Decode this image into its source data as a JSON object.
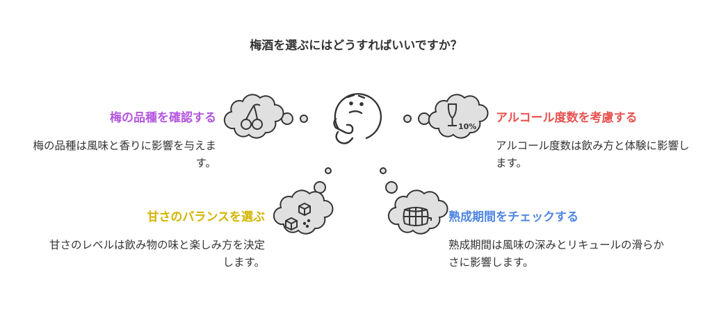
{
  "question": "梅酒を選ぶにはどうすればいいですか？",
  "colors": {
    "plum": "#b456e0",
    "alcohol": "#e8524f",
    "sweet": "#d4b400",
    "aging": "#4f86e2",
    "text": "#333333",
    "cloud_fill": "#e0e0e0",
    "stroke": "#333333"
  },
  "topics": [
    {
      "title": "梅の品種を確認する",
      "body": "梅の品種は風味と香りに影響を与えます。",
      "icon": "cherries-icon"
    },
    {
      "title": "アルコール度数を考慮する",
      "body": "アルコール度数は飲み方と体験に影響します。",
      "icon": "wine-glass-percent-icon",
      "icon_text": "10%"
    },
    {
      "title": "甘さのバランスを選ぶ",
      "body": "甘さのレベルは飲み物の味と楽しみ方を決定します。",
      "icon": "sugar-cubes-icon"
    },
    {
      "title": "熟成期間をチェックする",
      "body": "熟成期間は風味の深みとリキュールの滑らかさに影響します。",
      "icon": "barrel-icon"
    }
  ],
  "center_icon": "thinking-face-icon"
}
